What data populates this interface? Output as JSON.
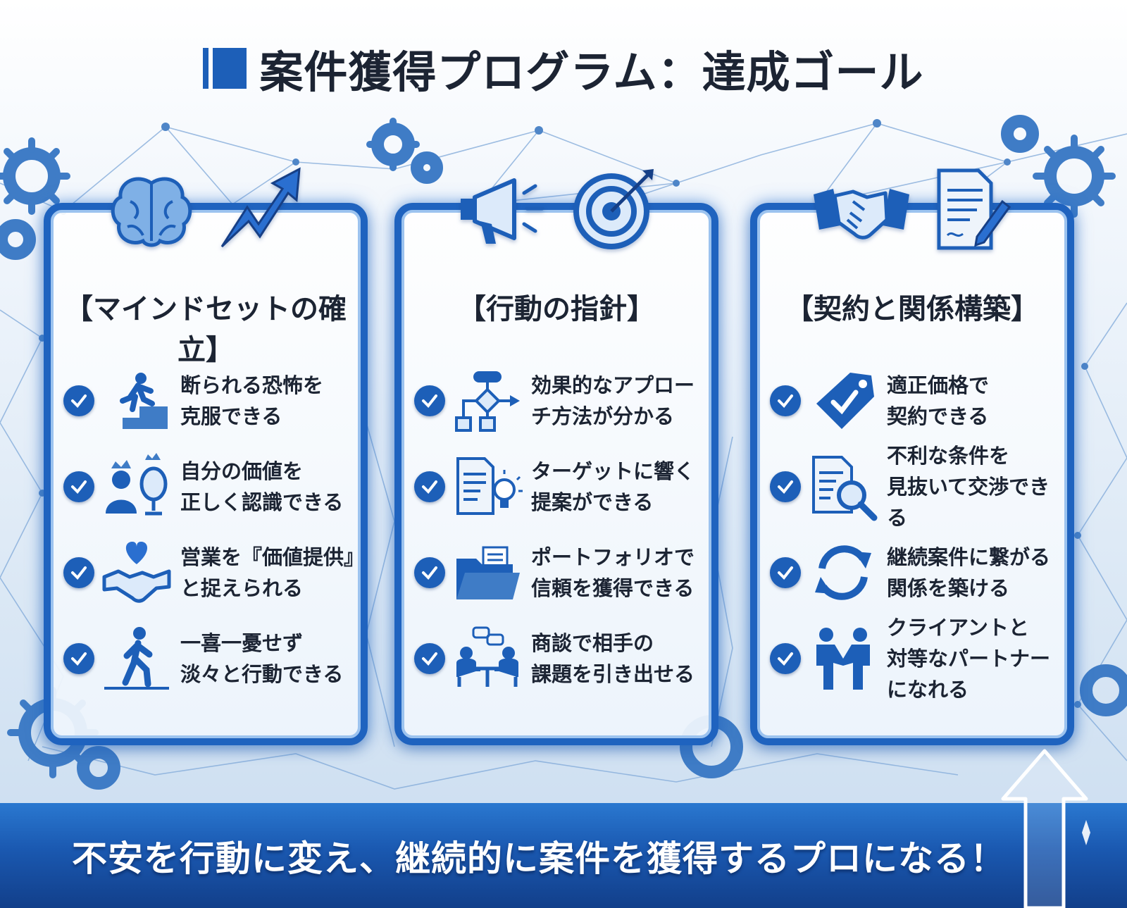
{
  "title": "案件獲得プログラム：達成ゴール",
  "columns": [
    {
      "title": "【マインドセットの確立】",
      "top_icons": [
        "brain-icon",
        "rising-arrow-icon"
      ],
      "items": [
        {
          "icon": "stair-climber-icon",
          "lines": [
            "断られる恐怖を",
            "克服できる"
          ]
        },
        {
          "icon": "crowned-person-mirror-icon",
          "lines": [
            "自分の価値を",
            "正しく認識できる"
          ]
        },
        {
          "icon": "heart-handshake-icon",
          "lines": [
            "営業を『価値提供』",
            "と捉えられる"
          ]
        },
        {
          "icon": "walking-person-icon",
          "lines": [
            "一喜一憂せず",
            "淡々と行動できる"
          ]
        }
      ]
    },
    {
      "title": "【行動の指針】",
      "top_icons": [
        "megaphone-icon",
        "target-icon"
      ],
      "items": [
        {
          "icon": "flowchart-icon",
          "lines": [
            "効果的なアプロー",
            "チ方法が分かる"
          ]
        },
        {
          "icon": "document-lightbulb-icon",
          "lines": [
            "ターゲットに響く",
            "提案ができる"
          ]
        },
        {
          "icon": "folder-icon",
          "lines": [
            "ポートフォリオで",
            "信頼を獲得できる"
          ]
        },
        {
          "icon": "meeting-icon",
          "lines": [
            "商談で相手の",
            "課題を引き出せる"
          ]
        }
      ]
    },
    {
      "title": "【契約と関係構築】",
      "top_icons": [
        "handshake-icon",
        "contract-icon"
      ],
      "items": [
        {
          "icon": "price-tag-icon",
          "lines": [
            "適正価格で",
            "契約できる"
          ]
        },
        {
          "icon": "document-search-icon",
          "lines": [
            "不利な条件を",
            "見抜いて交渉できる"
          ]
        },
        {
          "icon": "cycle-arrows-icon",
          "lines": [
            "継続案件に繋がる",
            "関係を築ける"
          ]
        },
        {
          "icon": "partners-icon",
          "lines": [
            "クライアントと",
            "対等なパートナー",
            "になれる"
          ]
        }
      ]
    }
  ],
  "banner": "不安を行動に変え、継続的に案件を獲得するプロになる！",
  "colors": {
    "primary": "#1d5fb8",
    "dark": "#1c2433",
    "light": "#9cc3ef",
    "banner": "#1a58b0"
  }
}
